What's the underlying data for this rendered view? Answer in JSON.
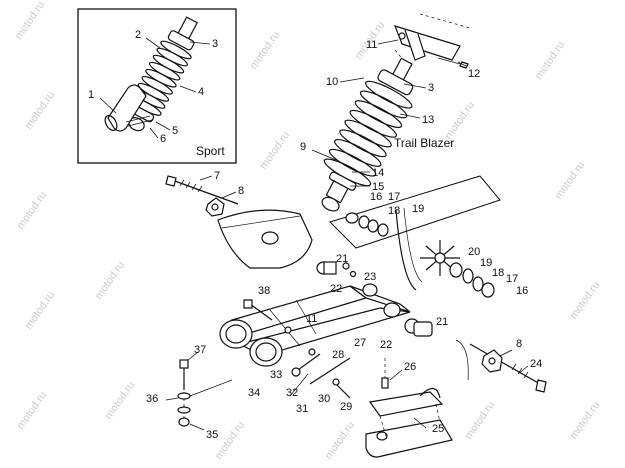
{
  "diagram": {
    "inset_label": "Sport",
    "main_label": "Trail Blazer",
    "watermark": "motod.ru",
    "callouts": [
      {
        "id": "c-sport-1",
        "text": "1"
      },
      {
        "id": "c-sport-2",
        "text": "2"
      },
      {
        "id": "c-sport-3",
        "text": "3"
      },
      {
        "id": "c-sport-4",
        "text": "4"
      },
      {
        "id": "c-sport-5",
        "text": "5"
      },
      {
        "id": "c-sport-6",
        "text": "6"
      },
      {
        "id": "c-7",
        "text": "7"
      },
      {
        "id": "c-8a",
        "text": "8"
      },
      {
        "id": "c-9",
        "text": "9"
      },
      {
        "id": "c-10",
        "text": "10"
      },
      {
        "id": "c-11a",
        "text": "11"
      },
      {
        "id": "c-12",
        "text": "12"
      },
      {
        "id": "c-3b",
        "text": "3"
      },
      {
        "id": "c-13",
        "text": "13"
      },
      {
        "id": "c-14",
        "text": "14"
      },
      {
        "id": "c-15",
        "text": "15"
      },
      {
        "id": "c-16a",
        "text": "16"
      },
      {
        "id": "c-17a",
        "text": "17"
      },
      {
        "id": "c-18a",
        "text": "18"
      },
      {
        "id": "c-19a",
        "text": "19"
      },
      {
        "id": "c-20",
        "text": "20"
      },
      {
        "id": "c-19b",
        "text": "19"
      },
      {
        "id": "c-18b",
        "text": "18"
      },
      {
        "id": "c-17b",
        "text": "17"
      },
      {
        "id": "c-16b",
        "text": "16"
      },
      {
        "id": "c-21a",
        "text": "21"
      },
      {
        "id": "c-23",
        "text": "23"
      },
      {
        "id": "c-22a",
        "text": "22"
      },
      {
        "id": "c-38",
        "text": "38"
      },
      {
        "id": "c-11b",
        "text": "11"
      },
      {
        "id": "c-21b",
        "text": "21"
      },
      {
        "id": "c-22b",
        "text": "22"
      },
      {
        "id": "c-27",
        "text": "27"
      },
      {
        "id": "c-8b",
        "text": "8"
      },
      {
        "id": "c-24",
        "text": "24"
      },
      {
        "id": "c-37",
        "text": "37"
      },
      {
        "id": "c-28",
        "text": "28"
      },
      {
        "id": "c-26",
        "text": "26"
      },
      {
        "id": "c-33",
        "text": "33"
      },
      {
        "id": "c-34",
        "text": "34"
      },
      {
        "id": "c-32",
        "text": "32"
      },
      {
        "id": "c-31",
        "text": "31"
      },
      {
        "id": "c-30",
        "text": "30"
      },
      {
        "id": "c-29",
        "text": "29"
      },
      {
        "id": "c-36",
        "text": "36"
      },
      {
        "id": "c-35",
        "text": "35"
      },
      {
        "id": "c-25",
        "text": "25"
      }
    ]
  }
}
